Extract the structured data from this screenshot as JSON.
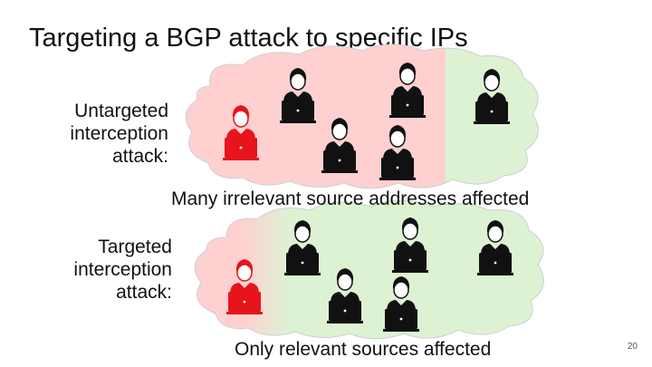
{
  "slide": {
    "title": "Targeting a BGP attack to specific IPs",
    "page_number": "20"
  },
  "untargeted": {
    "label_lines": [
      "Untargeted",
      "interception",
      "attack:"
    ],
    "caption": "Many irrelevant source addresses affected"
  },
  "targeted": {
    "label_lines": [
      "Targeted",
      "interception",
      "attack:"
    ],
    "caption": "Only relevant sources affected"
  },
  "colors": {
    "affected_region": "#ffd0d0",
    "unaffected_region": "#ddf2d3",
    "attacker": "#e8141c",
    "user": "#111111"
  },
  "icons": {
    "attacker": "attacker-person-laptop-icon",
    "user": "user-person-laptop-icon"
  }
}
